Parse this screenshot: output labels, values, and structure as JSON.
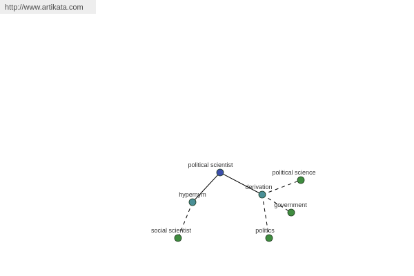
{
  "header": {
    "url": "http://www.artikata.com"
  },
  "colors": {
    "root": "#3c4eaa",
    "relation": "#4a8f96",
    "leaf": "#3f8c3f",
    "edge": "#000000",
    "url_bar_bg": "#eeeeee"
  },
  "graph": {
    "nodes": [
      {
        "id": "political-scientist",
        "label": "political scientist",
        "kind": "root"
      },
      {
        "id": "hypernym",
        "label": "hypernym",
        "kind": "relation"
      },
      {
        "id": "derivation",
        "label": "derivation",
        "kind": "relation"
      },
      {
        "id": "social-scientist",
        "label": "social scientist",
        "kind": "leaf"
      },
      {
        "id": "political-science",
        "label": "political science",
        "kind": "leaf"
      },
      {
        "id": "government",
        "label": "government",
        "kind": "leaf"
      },
      {
        "id": "politics",
        "label": "politics",
        "kind": "leaf"
      }
    ],
    "edges": [
      {
        "from": "political-scientist",
        "to": "hypernym",
        "style": "solid"
      },
      {
        "from": "political-scientist",
        "to": "derivation",
        "style": "solid"
      },
      {
        "from": "hypernym",
        "to": "social-scientist",
        "style": "dashed"
      },
      {
        "from": "derivation",
        "to": "political-science",
        "style": "dashed"
      },
      {
        "from": "derivation",
        "to": "government",
        "style": "dashed"
      },
      {
        "from": "derivation",
        "to": "politics",
        "style": "dashed"
      }
    ]
  }
}
